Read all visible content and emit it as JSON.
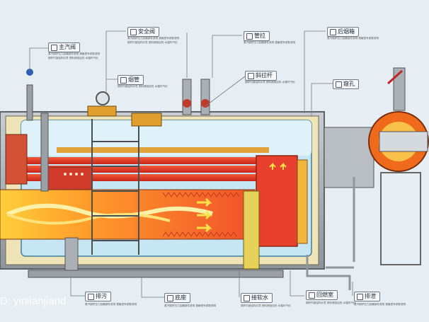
{
  "labels": {
    "main_steam_valve": "主汽阀",
    "safety_valve": "安全阀",
    "pipe_stay": "管拉",
    "rear_smoke_box": "后烟箱",
    "smoke_tube": "烟管",
    "stay_rod": "斜拉杆",
    "sight_hole": "窥孔",
    "blowdown": "排污",
    "manhole": "底座",
    "feed_water": "接软水",
    "return_chamber": "回燃室",
    "drain": "排泄"
  },
  "desc_text": {
    "line1": "蒸汽锅炉压力容器部件说明 规格型号参数说明",
    "line2": "锅炉内部结构示意 燃料燃烧加热 水循环汽化"
  },
  "watermark": "D: yiniianjiand",
  "colors": {
    "furnace_red": "#e53b2c",
    "flame_yellow": "#ffd23c",
    "water_blue": "#bfe3f2",
    "shell_gray": "#8c9196",
    "burner_orange": "#f06a1c"
  }
}
